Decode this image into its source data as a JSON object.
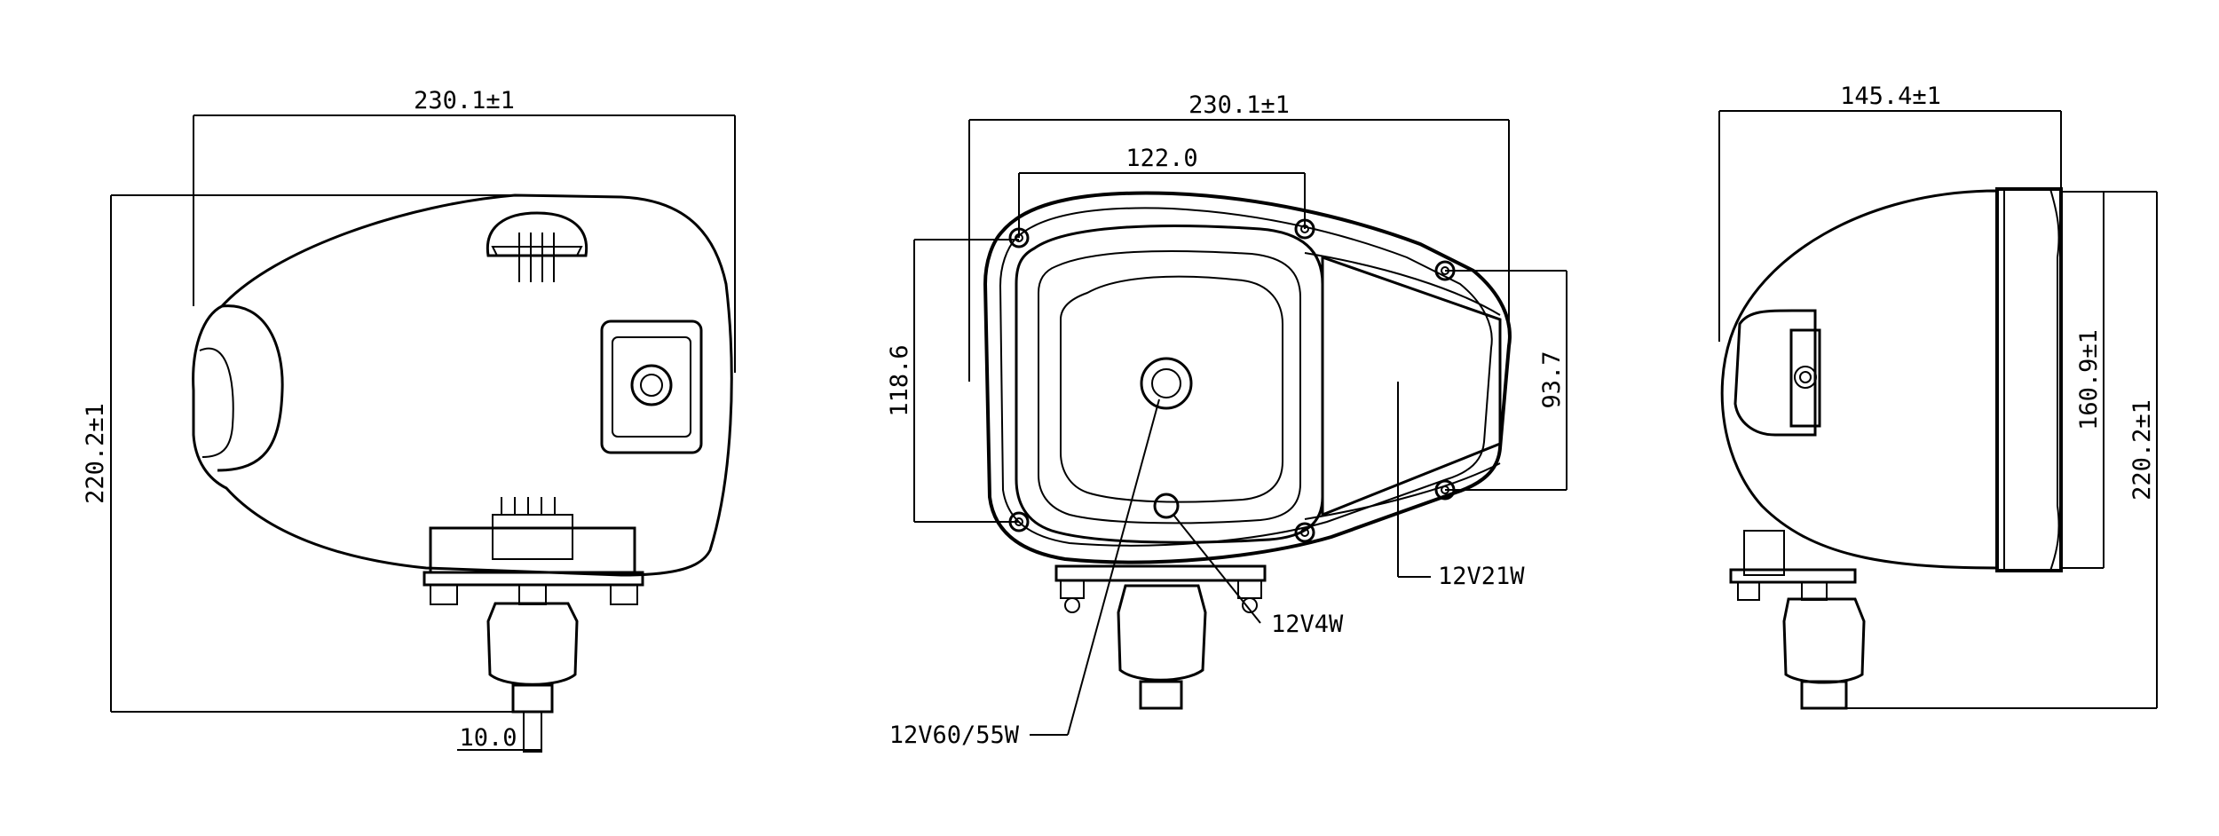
{
  "views": {
    "front_left": {
      "width_dim": "230.1±1",
      "height_dim": "220.2±1",
      "stem_dim": "10.0"
    },
    "front_center": {
      "width_dim": "230.1±1",
      "hole_span_dim": "122.0",
      "left_height_dim": "118.6",
      "right_height_dim": "93.7",
      "label_main_bulb": "12V60/55W",
      "label_small_bulb": "12V4W",
      "label_side_bulb": "12V21W"
    },
    "side_right": {
      "depth_dim": "145.4±1",
      "lens_height_dim": "160.9±1",
      "total_height_dim": "220.2±1"
    }
  },
  "colors": {
    "line": "#000000",
    "background": "#ffffff"
  }
}
